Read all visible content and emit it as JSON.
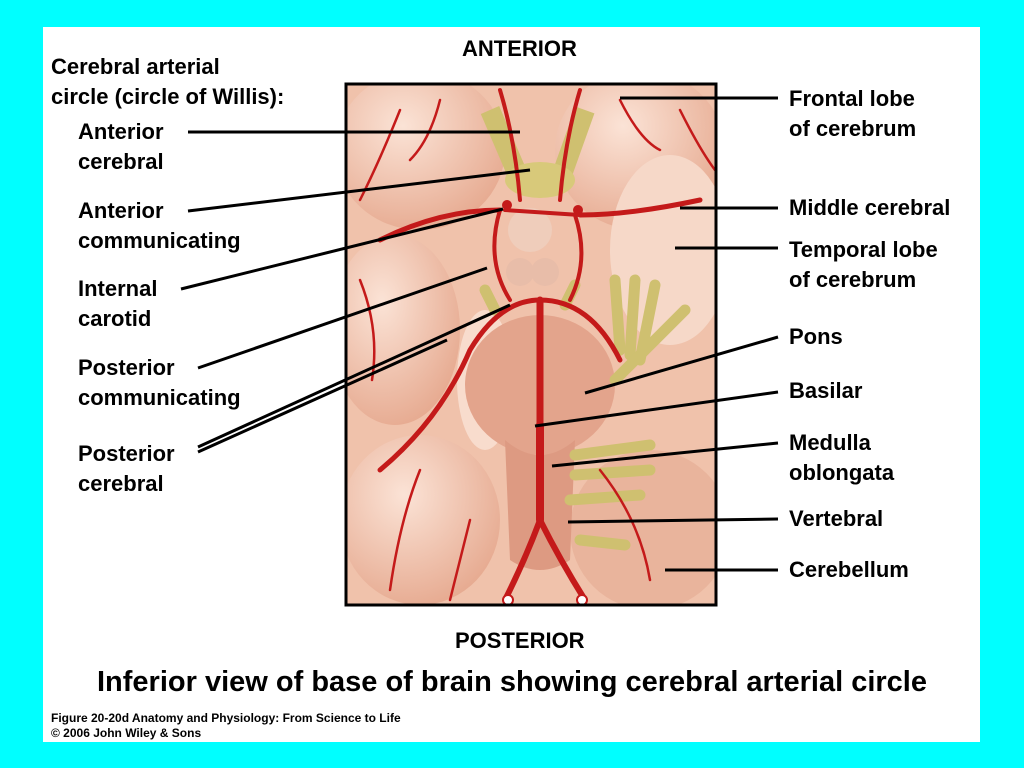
{
  "orientation": {
    "top": "ANTERIOR",
    "bottom": "POSTERIOR"
  },
  "heading": "Cerebral arterial\ncircle (circle of Willis):",
  "left_labels": [
    "Anterior\ncerebral",
    "Anterior\ncommunicating",
    "Internal\ncarotid",
    "Posterior\ncommunicating",
    "Posterior\ncerebral"
  ],
  "right_labels": [
    "Frontal lobe\nof cerebrum",
    "Middle cerebral",
    "Temporal lobe\nof cerebrum",
    "Pons",
    "Basilar",
    "Medulla\noblongata",
    "Vertebral",
    "Cerebellum"
  ],
  "caption": "Inferior view of base of brain showing cerebral arterial circle",
  "credit": "Figure 20-20d  Anatomy and Physiology: From Science to Life\n© 2006 John Wiley & Sons",
  "colors": {
    "frame": "#00ffff",
    "artery": "#c41a1a",
    "tissue": "#f1c4ad",
    "nerve": "#cfc070"
  }
}
